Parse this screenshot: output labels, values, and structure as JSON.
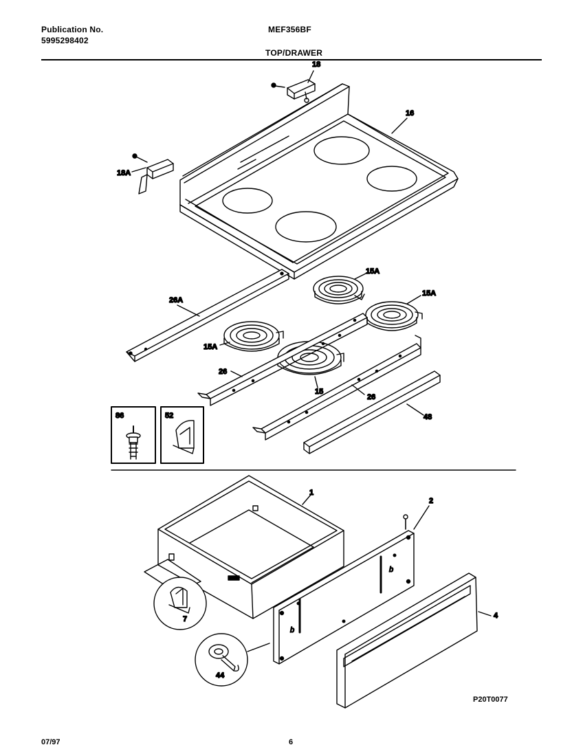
{
  "header": {
    "publication_label": "Publication No.",
    "publication_number": "5995298402",
    "model": "MEF356BF",
    "section_title": "TOP/DRAWER"
  },
  "callouts": {
    "c18": "18",
    "c18a": "18A",
    "c16": "16",
    "c26a": "26A",
    "c15a_1": "15A",
    "c15a_2": "15A",
    "c15a_3": "15A",
    "c15": "15",
    "c26_left": "26",
    "c26_right": "26",
    "c48": "48",
    "c86": "86",
    "c52": "52",
    "c1": "1",
    "c2": "2",
    "c4": "4",
    "c7": "7",
    "c44": "44"
  },
  "diagram_code": "P20T0077",
  "footer": {
    "date": "07/97",
    "page": "6"
  }
}
